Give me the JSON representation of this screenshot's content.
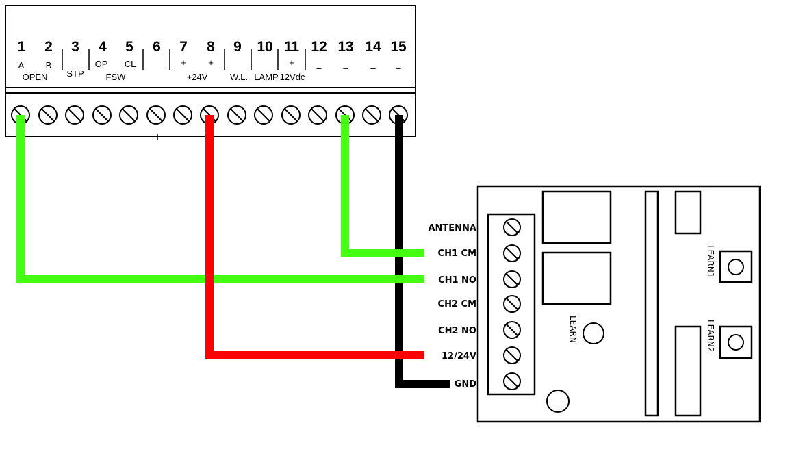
{
  "terminal_block": {
    "terminals": [
      "1",
      "2",
      "3",
      "4",
      "5",
      "6",
      "7",
      "8",
      "9",
      "10",
      "11",
      "12",
      "13",
      "14",
      "15"
    ],
    "sublabels": {
      "t1": "A",
      "t2": "B",
      "t3": "STP",
      "t4": "OP",
      "t5": "CL",
      "t7": "+",
      "t8": "+",
      "t9": "W.L.",
      "t10": "LAMP",
      "t11": "+",
      "t12": "–",
      "t13": "–",
      "t14": "–",
      "t15": "–"
    },
    "groups": {
      "open": "OPEN",
      "fsw": "FSW",
      "v24": "+24V",
      "v12": "12Vdc"
    }
  },
  "receiver": {
    "terminals": [
      "ANTENNA",
      "CH1 CM",
      "CH1 NO",
      "CH2 CM",
      "CH2 NO",
      "12/24V",
      "GND"
    ],
    "buttons": {
      "learn": "LEARN",
      "learn1": "LEARN1",
      "learn2": "LEARN2"
    }
  },
  "wires": [
    {
      "from": "1",
      "to": "CH1 NO",
      "color": "#44ff11"
    },
    {
      "from": "8",
      "to": "12/24V",
      "color": "#ff0000"
    },
    {
      "from": "13",
      "to": "CH1 CM",
      "color": "#44ff11"
    },
    {
      "from": "15",
      "to": "GND",
      "color": "#000000"
    }
  ]
}
